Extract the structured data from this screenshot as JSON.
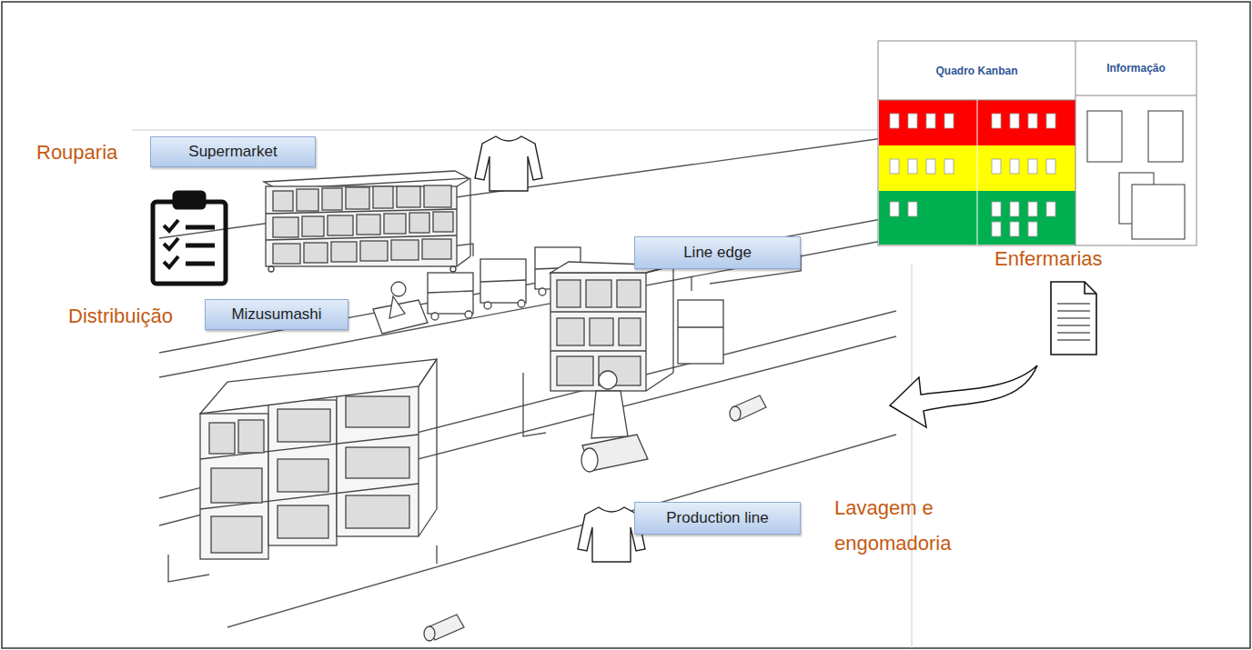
{
  "diagram": {
    "nodes": [
      {
        "text": [
          "Quadro Kanban"
        ]
      },
      {
        "text": [
          "Informação"
        ]
      },
      {
        "text": [
          "Supermarket"
        ]
      },
      {
        "text": [
          "Line edge"
        ]
      },
      {
        "text": [
          "Mizusumashi"
        ]
      },
      {
        "text": [
          "Production line"
        ]
      }
    ],
    "labels": [
      "Rouparia",
      "Distribuição",
      "Enfermarias",
      "Lavagem e engomadoria"
    ]
  }
}
